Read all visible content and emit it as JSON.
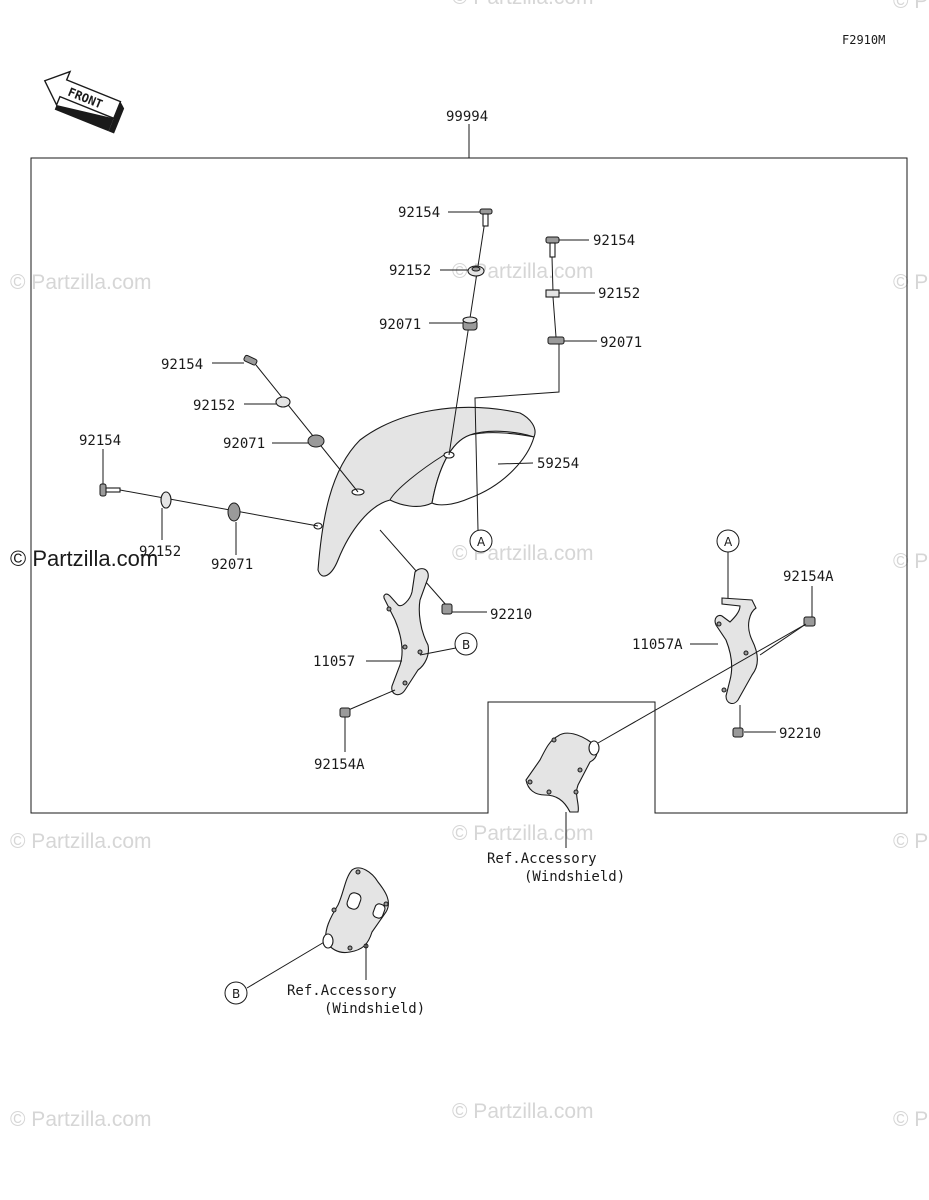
{
  "figure_code": "F2910M",
  "front_label": "FRONT",
  "watermarks": {
    "text": "© Partzilla.com",
    "highlight_text": "© Partzilla.com"
  },
  "callouts": {
    "assembly": "99994",
    "fender": "59254",
    "bracket_left": "11057",
    "bracket_right": "11057A",
    "screw_top": "92154",
    "washer_top": "92152",
    "grommet_top": "92071",
    "screw_right": "92154",
    "washer_right": "92152",
    "grommet_right": "92071",
    "screw_mid": "92154",
    "washer_mid": "92152",
    "grommet_mid": "92071",
    "screw_left": "92154",
    "washer_left": "92152",
    "grommet_left": "92071",
    "nut_left": "92210",
    "nut_right": "92210",
    "bolt_left": "92154A",
    "bolt_right": "92154A",
    "ref_1_line1": "Ref.Accessory",
    "ref_1_line2": "(Windshield)",
    "ref_2_line1": "Ref.Accessory",
    "ref_2_line2": "(Windshield)"
  },
  "markers": {
    "a": "A",
    "b": "B"
  }
}
